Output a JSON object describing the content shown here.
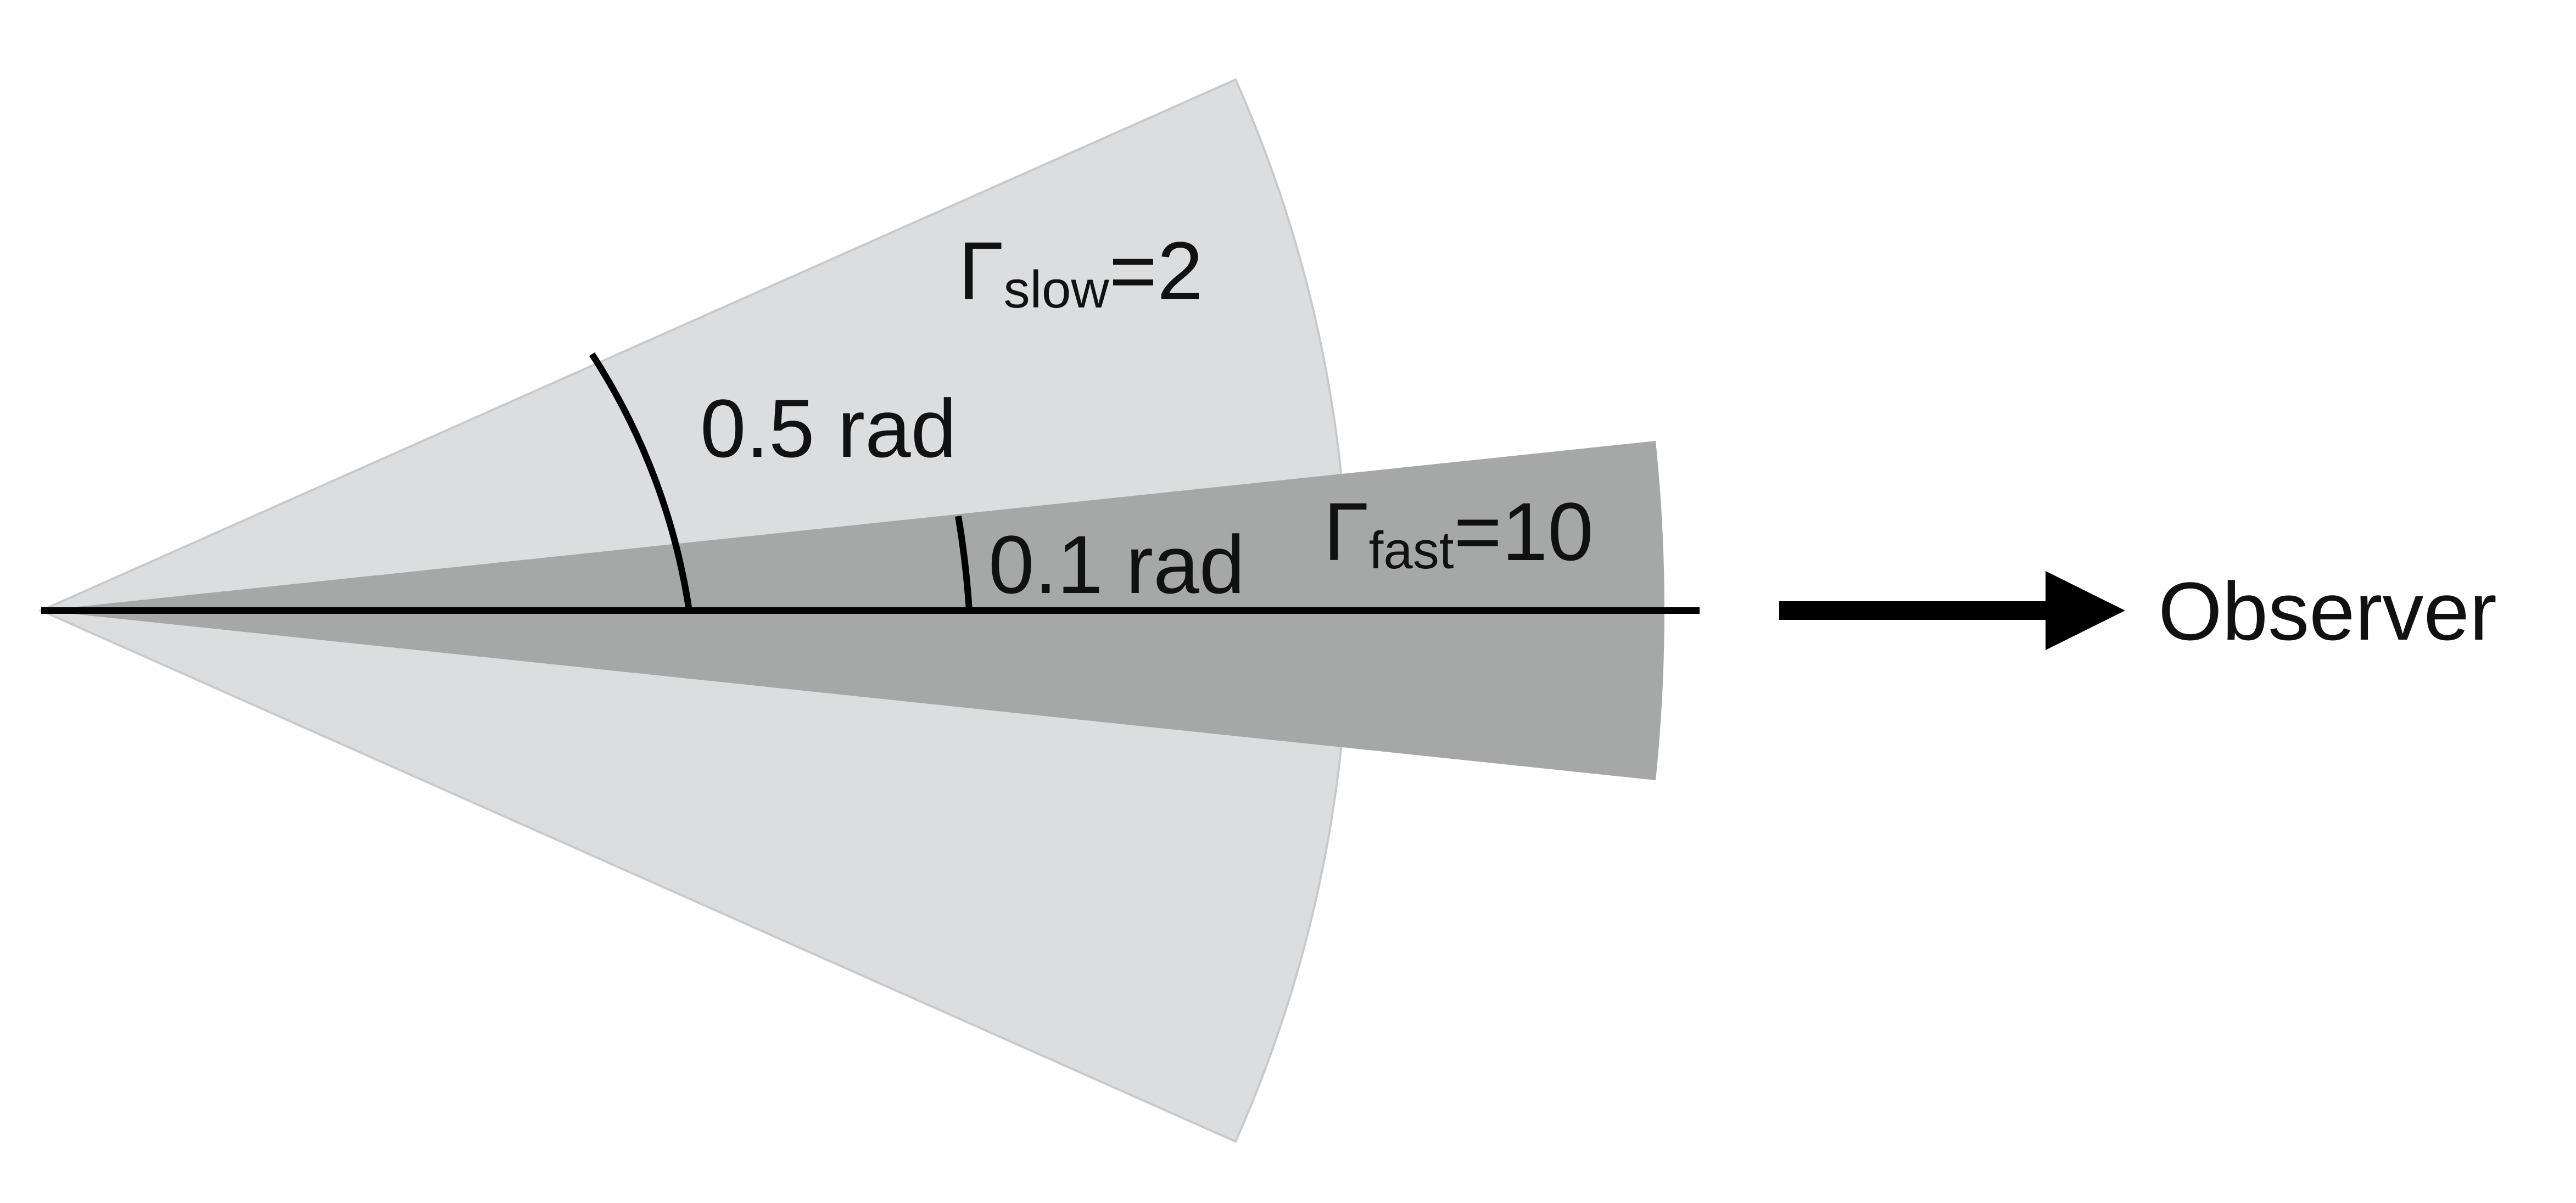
{
  "diagram": {
    "slow_jet": {
      "symbol": "Γ",
      "subscript": "slow",
      "value": "=2",
      "half_angle_label": "0.5 rad",
      "half_angle_rad": 0.5,
      "fill_color": "#dcdddf"
    },
    "fast_jet": {
      "symbol": "Γ",
      "subscript": "fast",
      "value": "=10",
      "half_angle_label": "0.1 rad",
      "half_angle_rad": 0.1,
      "fill_color": "#a6a8a7"
    },
    "observer": {
      "label": "Observer"
    },
    "line_color": "#000000"
  }
}
